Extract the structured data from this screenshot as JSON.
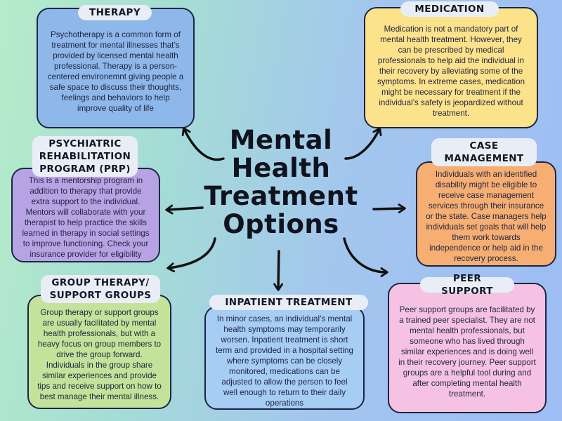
{
  "title_lines": [
    "Mental",
    "Health",
    "Treatment",
    "Options"
  ],
  "colors": {
    "therapy": "#8db8e9",
    "medication": "#fde28c",
    "case_management": "#f6ae73",
    "prp": "#b7a3e4",
    "group_therapy": "#c3e39a",
    "inpatient": "#a6cdf4",
    "peer_support": "#f6c2e4",
    "border": "#1d2545",
    "label_bg": "#e9edf6"
  },
  "nodes": {
    "therapy": {
      "label": "THERAPY",
      "text": "Psychotherapy is a common form of treatment for mental illnesses that’s provided by licensed mental health professional. Therapy is a person-centered environemnt giving people a safe space to discuss their thoughts, feelings and behaviors to help improve quality of life"
    },
    "medication": {
      "label": "MEDICATION",
      "text": "Medication is not a mandatory part of mental health treatment. However, they can be prescribed by medical professionals to help aid the individual in their recovery by alleviating some of the symptoms. In extreme cases, medication might be necessary for treatment if the individual’s safety is jeopardized without treatment."
    },
    "case_management": {
      "label_line1": "CASE",
      "label_line2": "MANAGEMENT",
      "text": "Individuals with an identified disability might be eligible to receive case management services through their insurance or the state. Case managers help individuals set goals that will help them work towards independence or help aid in the recovery process."
    },
    "prp": {
      "label_line1": "PSYCHIATRIC",
      "label_line2": "REHABILITATION",
      "label_line3": "PROGRAM (PRP)",
      "text": "This is a mentorship program in addition to therapy that provide extra support to the individual. Mentors will collaborate with your therapist to help practice the skills learned in therapy in social settings to improve functioning. Check your insurance provider for eligibility"
    },
    "group_therapy": {
      "label_line1": "GROUP THERAPY/",
      "label_line2": "SUPPORT GROUPS",
      "text": "Group therapy or support groups are usually facilitated by mental health professionals, but with a heavy focus on group members to drive the group forward. Individuals in the group share similar experiences and provide tips and receive support on how to best manage their mental illness."
    },
    "inpatient": {
      "label": "INPATIENT TREATMENT",
      "text": "In minor cases, an individual’s mental health symptoms may temporarily worsen.  Inpatient treatment is short term and provided in a hospital setting where symptoms can be closely monitored, medications can be adjusted to allow the person to feel well enough to return to their daily operations"
    },
    "peer_support": {
      "label": "PEER SUPPORT",
      "text": "Peer support groups are facilitated by a trained peer specialist. They are not mental health professionals, but someone who has lived through similar experiences and is doing well in their recovery journey. Peer support groups are a helpful tool during and after completing mental health treatment."
    }
  }
}
